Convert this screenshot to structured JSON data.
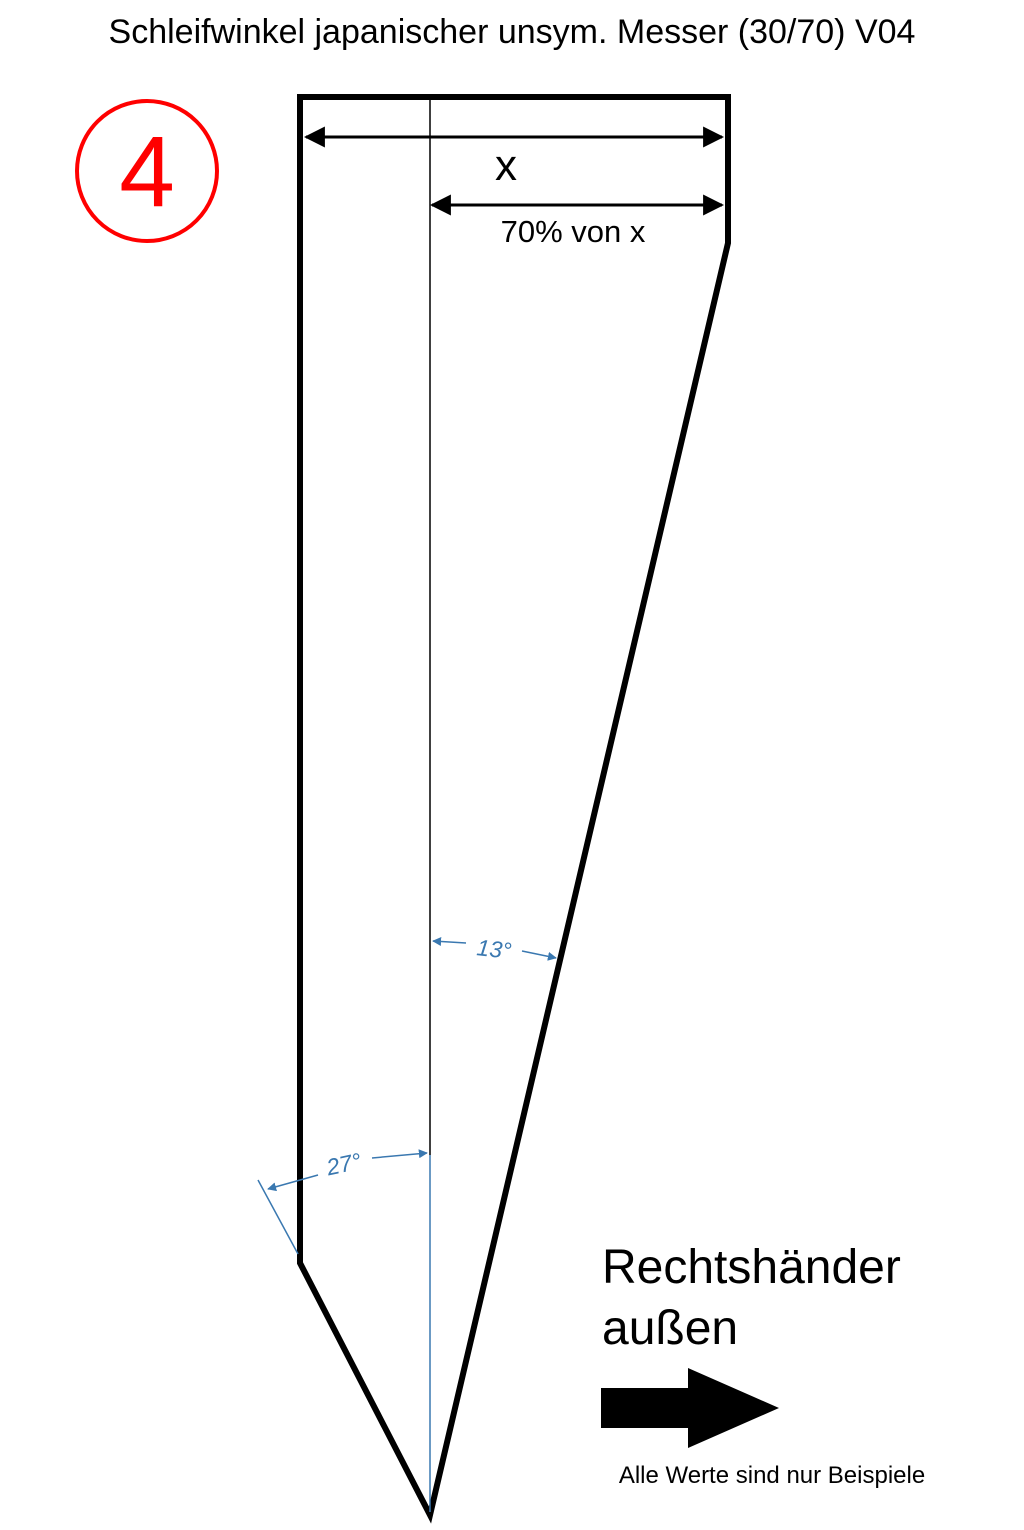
{
  "title": "Schleifwinkel japanischer unsym. Messer (30/70) V04",
  "step_number": "4",
  "dimension_x_label": "x",
  "dimension_70_label": "70% von x",
  "angle_right_label": "13°",
  "angle_left_label": "27°",
  "side_label_line1": "Rechtshänder",
  "side_label_line2": "außen",
  "footnote": "Alle Werte sind nur Beispiele",
  "colors": {
    "outline": "#000000",
    "step_circle": "#ff0000",
    "angle_annotation": "#3a78b0"
  },
  "icons": {
    "direction_arrow": "right-arrow-icon"
  }
}
